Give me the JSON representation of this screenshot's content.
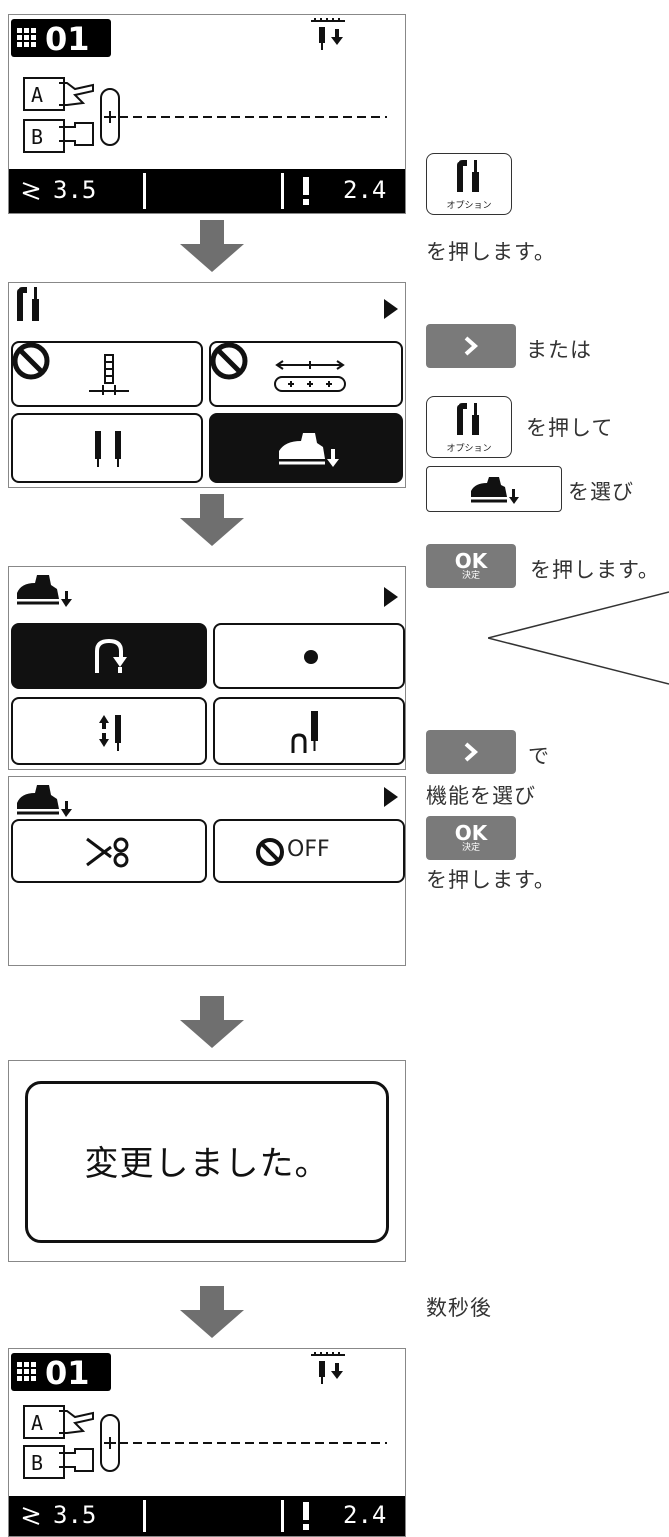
{
  "home_screen": {
    "pattern_number": "01",
    "stitch_width": "3.5",
    "stitch_length": "2.4"
  },
  "option_button": {
    "label": "オプション"
  },
  "step1": {
    "instruction": "を押します。"
  },
  "menu_screen": {
    "tiles": [
      "needle-stop-disabled",
      "width-disabled",
      "twin-needle",
      "presser-foot-down"
    ]
  },
  "step2": {
    "or_text": "または",
    "press_text": "を押して",
    "select_text": "を選び",
    "ok_text": "を押します。"
  },
  "ok_button": {
    "label": "OK",
    "sublabel": "決定"
  },
  "foot_screen": {
    "tiles": [
      "pivot",
      "dot",
      "needle-up-down",
      "needle-up"
    ]
  },
  "step3": {
    "de_text": "で",
    "choose_text": "機能を選び",
    "ok_text": "を押します。"
  },
  "foot_screen2": {
    "tiles": [
      "cutter",
      "off"
    ],
    "off_label": "OFF"
  },
  "confirm_screen": {
    "message": "変更しました。"
  },
  "step4": {
    "after_text": "数秒後"
  },
  "home_screen2": {
    "pattern_number": "01",
    "stitch_width": "3.5",
    "stitch_length": "2.4"
  }
}
